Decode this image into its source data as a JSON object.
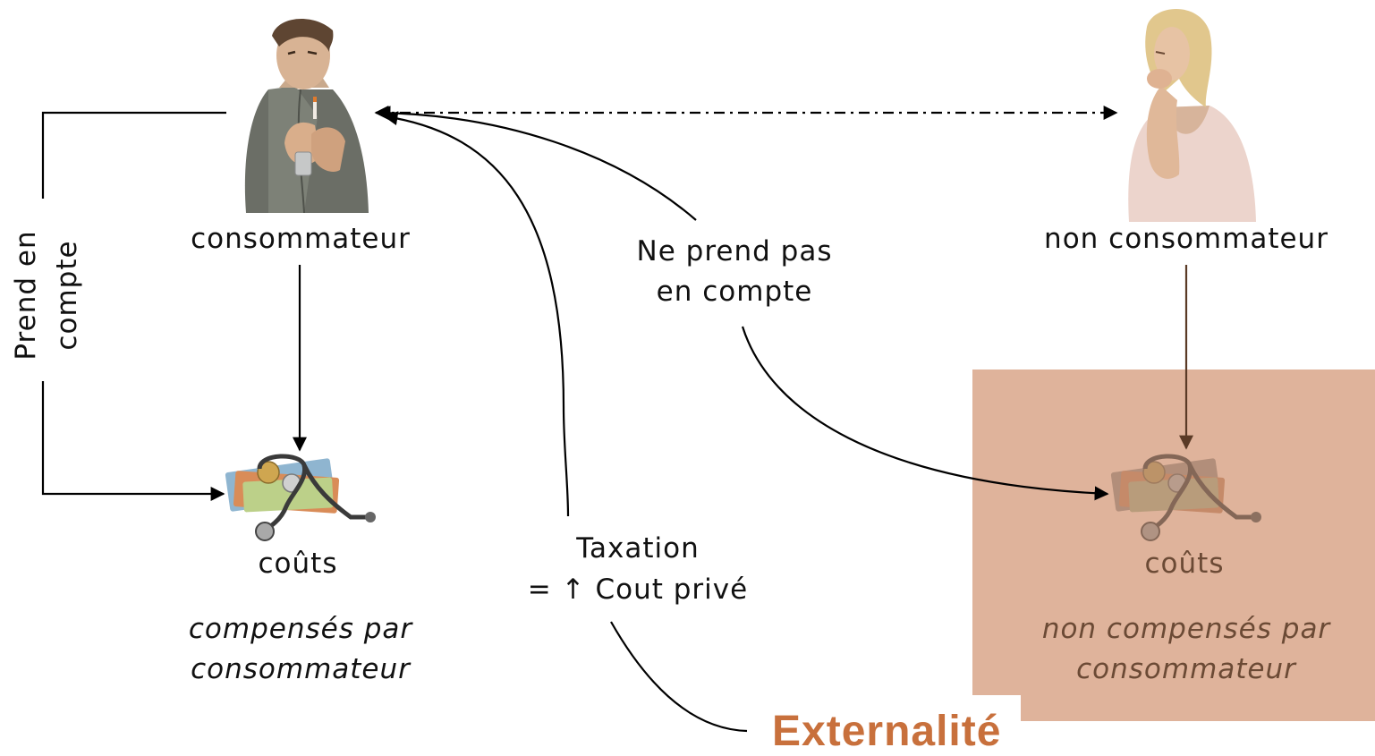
{
  "colors": {
    "shade": "#dfb39b",
    "externality": "#c8703c",
    "muted_text": "#6b4a35",
    "muted_arrow": "#5a3a26"
  },
  "nodes": {
    "consumer": {
      "label": "consommateur",
      "picture": "man-lighting-cigarette"
    },
    "non_consumer": {
      "label": "non consommateur",
      "picture": "woman-coughing"
    },
    "costs_left": {
      "label": "coûts",
      "note_line1": "compensés par",
      "note_line2": "consommateur",
      "picture": "stethoscope-money-icon"
    },
    "costs_right": {
      "label": "coûts",
      "note_line1": "non compensés par",
      "note_line2": "consommateur",
      "picture": "stethoscope-money-icon"
    }
  },
  "labels": {
    "prend_line1": "Prend en",
    "prend_line2": "compte",
    "ne_prend_line1": "Ne prend pas",
    "ne_prend_line2": "en compte",
    "tax_line1": "Taxation",
    "tax_line2": "= ↑ Cout privé",
    "externality": "Externalité"
  }
}
